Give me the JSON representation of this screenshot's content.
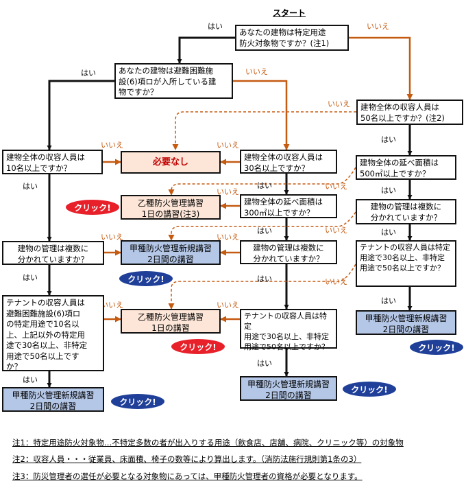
{
  "title": "スタート",
  "labels": {
    "yes": "はい",
    "no": "いいえ",
    "click": "クリック!"
  },
  "nodes": {
    "q1": [
      "あなたの建物は特定用途",
      "防火対象物ですか？(注1)"
    ],
    "q2": [
      "あなたの建物は避難困難施",
      "設(6)項ロが入所している建",
      "物ですか？"
    ],
    "q3": [
      "建物全体の収容人員は",
      "50名以上ですか？(注2)"
    ],
    "q4": [
      "建物全体の収容人員は",
      "10名以上ですか？"
    ],
    "none": "必要なし",
    "q5": [
      "建物全体の収容人員は",
      "30名以上ですか？"
    ],
    "q6": [
      "建物全体の延べ面積は",
      "500㎡以上ですか？"
    ],
    "r1": [
      "乙種防火管理講習",
      "1日の講習(注3)"
    ],
    "q7": [
      "建物全体の延べ面積は",
      "300㎡以上ですか？"
    ],
    "q8": [
      "建物の管理は複数に",
      "分かれていますか？"
    ],
    "q9": [
      "建物の管理は複数に",
      "分かれていますか？"
    ],
    "r2": [
      "甲種防火管理新規講習",
      "2日間の講習"
    ],
    "q10": [
      "建物の管理は複数に",
      "分かれていますか？"
    ],
    "q11": [
      "テナントの収容人員は特定",
      "用途で30名以上、非特定",
      "用途で50名以上ですか？"
    ],
    "q12": [
      "テナントの収容人員は",
      "避難困難施設(6)項ロ",
      "の特定用途で10名以",
      "上、上記以外の特定用",
      "途で30名以上、非特定",
      "用途で50名以上です",
      "か？"
    ],
    "r3": [
      "乙種防火管理講習",
      "1日の講習"
    ],
    "q13": [
      "テナントの収容人員は特定",
      "用途で30名以上、非特定",
      "用途で50名以上ですか？"
    ],
    "r4": [
      "甲種防火管理新規講習",
      "2日間の講習"
    ],
    "r5": [
      "甲種防火管理新規講習",
      "2日間の講習"
    ],
    "r6": [
      "甲種防火管理新規講習",
      "2日間の講習"
    ]
  },
  "notes": [
    "注1：特定用途防火対象物…不特定多数の者が出入りする用途（飲食店、店舗、病院、クリニック等）の対象物",
    "注2：収容人員・・・従業員、床面積、椅子の数等により算出します。（消防法施行規則第1条の3）",
    "注3：防災管理者の選任が必要となる対象物にあっては、甲種防火管理者の資格が必要となります。"
  ],
  "colors": {
    "no_arrow": "#c55a11",
    "result_red": "#c00000",
    "peach": "#fde6d8",
    "blue_result": "#b4c7e7",
    "pill_red": "#e8202a",
    "pill_blue": "#1f3f99"
  }
}
